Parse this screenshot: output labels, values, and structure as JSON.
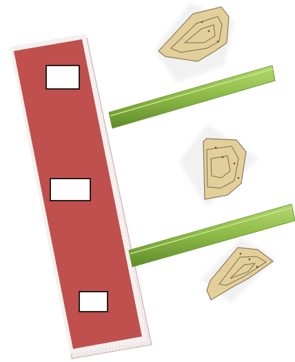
{
  "colors": {
    "background": "#ffffff",
    "board_fill": "#c0504d",
    "board_border": "#f4f0ef",
    "board_edge": "#b98f8c",
    "slot_fill": "#ffffff",
    "slot_stroke": "#111111",
    "rod_light": "#a4cc5e",
    "rod_mid": "#86b543",
    "rod_dark": "#5f8a2a",
    "piece_fill": "#e2cf9a",
    "piece_stroke": "#8c7a5a",
    "piece_contour": "#7d6c50",
    "piece_halo": "#f2f2f2"
  },
  "elements": {
    "board": "board-panel",
    "slots": [
      "slot-top",
      "slot-middle",
      "slot-bottom"
    ],
    "rods": [
      "rod-upper",
      "rod-lower"
    ],
    "pieces": [
      "piece-top",
      "piece-middle",
      "piece-bottom"
    ]
  }
}
